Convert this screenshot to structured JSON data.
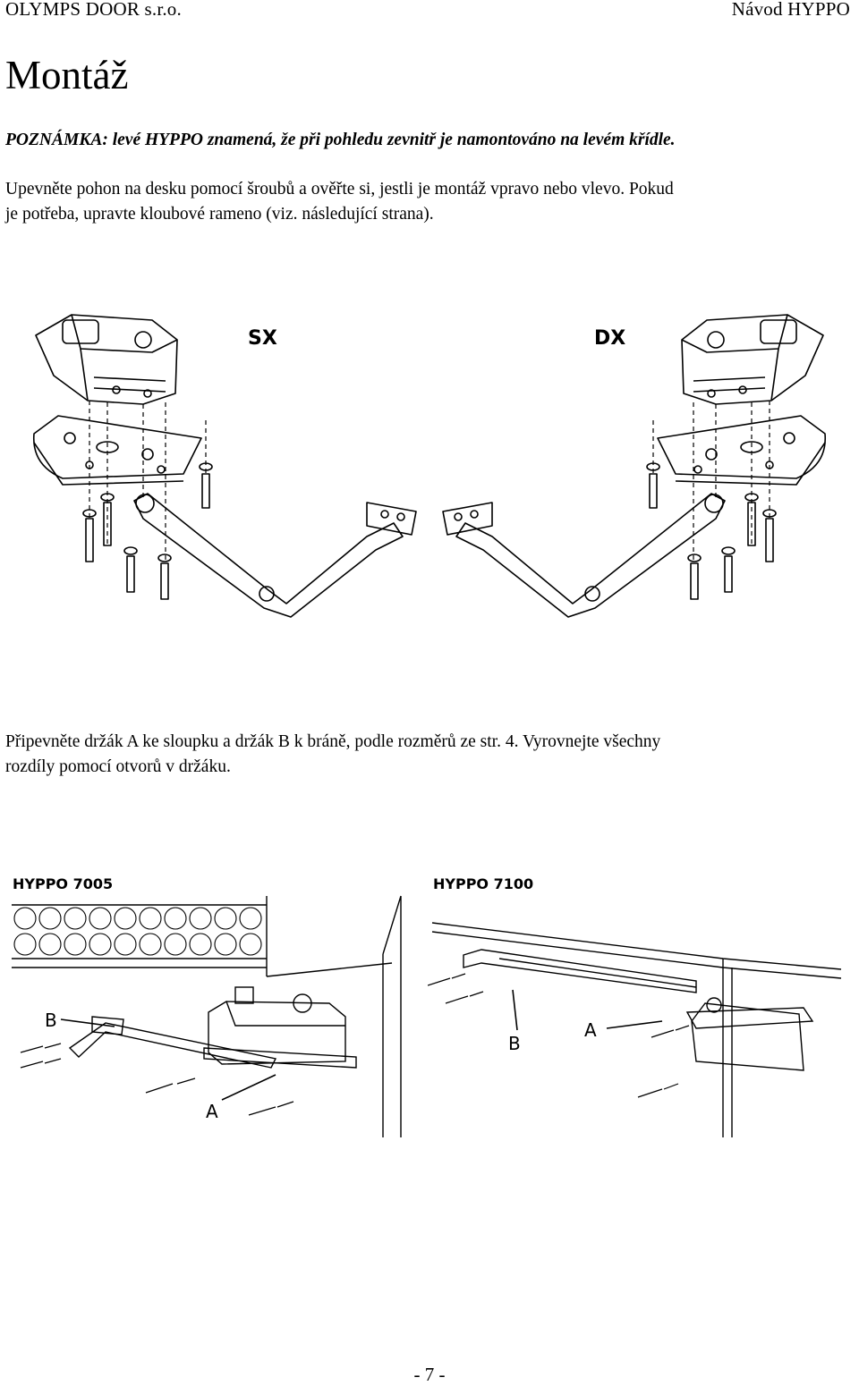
{
  "header": {
    "company": "OLYMPS DOOR s.r.o.",
    "doc": "Návod HYPPO"
  },
  "title": "Montáž",
  "note": "POZNÁMKA: levé HYPPO znamená, že při pohledu zevnitř je namontováno na levém křídle.",
  "para1": {
    "line1": "Upevněte pohon na desku pomocí šroubů a ověřte si, jestli je montáž vpravo nebo vlevo. Pokud",
    "line2": "je potřeba, upravte kloubové rameno (viz. následující strana)."
  },
  "figure1": {
    "label_left": "SX",
    "label_right": "DX"
  },
  "para2": {
    "line1": "Připevněte držák A ke sloupku a držák B k bráně, podle rozměrů ze str. 4. Vyrovnejte všechny",
    "line2": "rozdíly pomocí otvorů v držáku."
  },
  "figure2": {
    "left_title": "HYPPO 7005",
    "right_title": "HYPPO 7100",
    "left_labels": {
      "b": "B",
      "a": "A"
    },
    "right_labels": {
      "b": "B",
      "a": "A"
    }
  },
  "footer": {
    "page": "- 7 -"
  }
}
